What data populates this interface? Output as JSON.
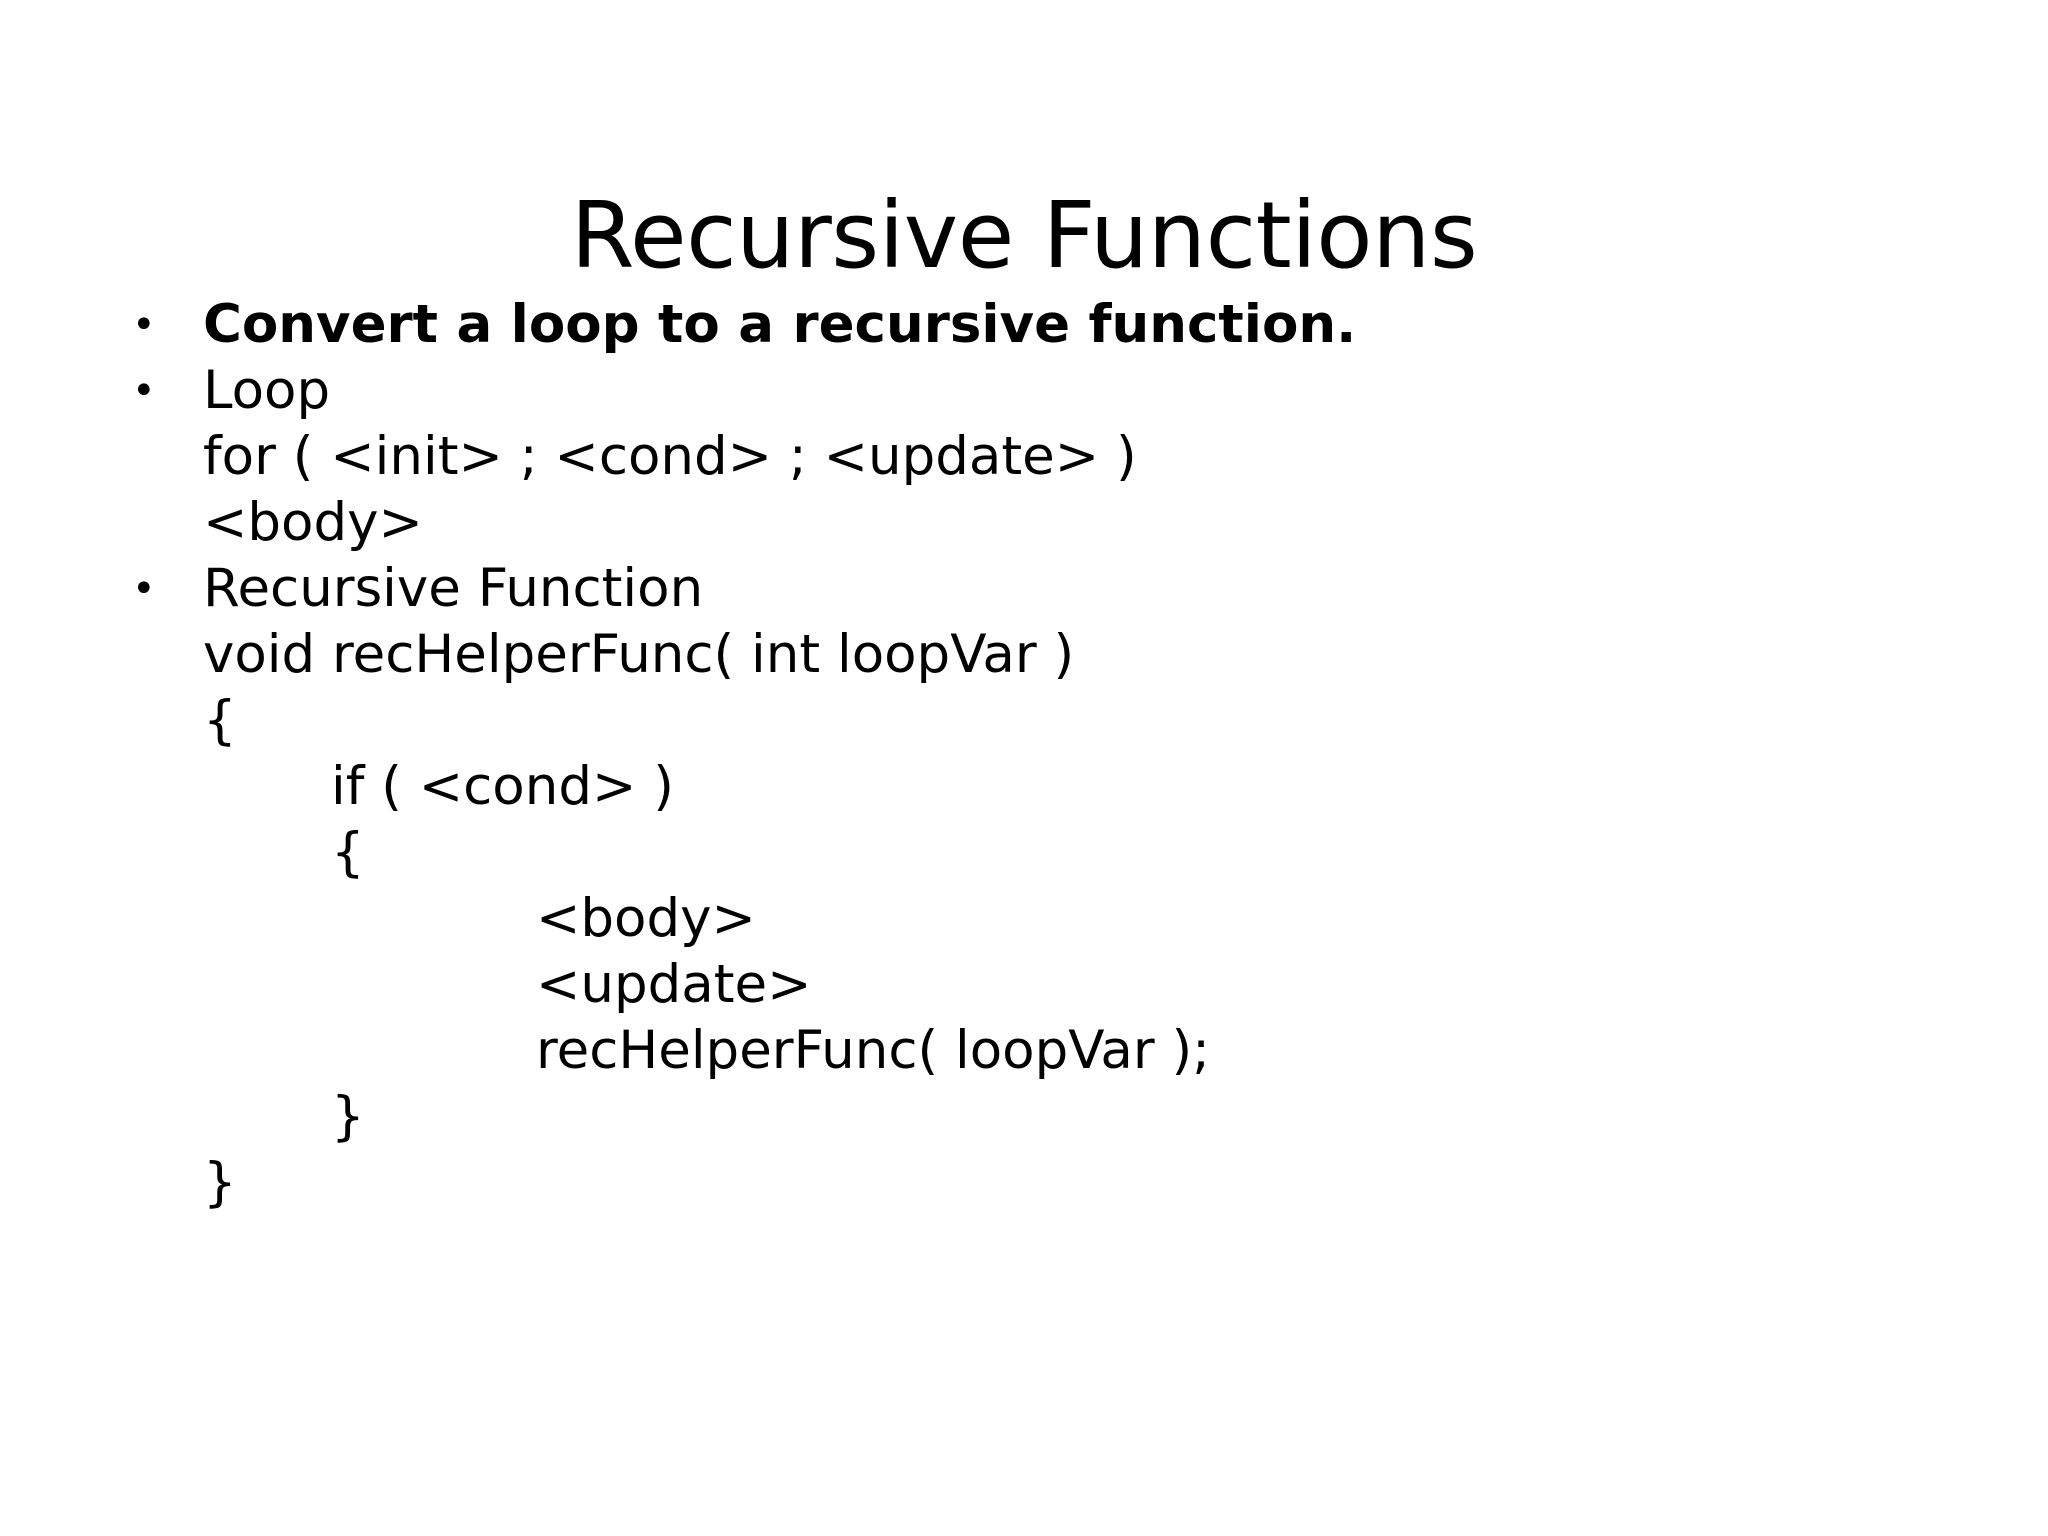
{
  "slide": {
    "title": "Recursive Functions",
    "background_color": "#ffffff",
    "text_color": "#000000",
    "bullet_glyph": "•",
    "lines": [
      {
        "id": "bullet-convert",
        "bullet": true,
        "bold": true,
        "indent": 0,
        "text": "Convert a loop to a recursive function."
      },
      {
        "id": "bullet-loop",
        "bullet": true,
        "bold": false,
        "indent": 0,
        "text": "Loop"
      },
      {
        "id": "loop-for",
        "bullet": false,
        "bold": false,
        "indent": 0,
        "text": "for ( <init> ; <cond> ; <update> )"
      },
      {
        "id": "loop-body",
        "bullet": false,
        "bold": false,
        "indent": 0,
        "text": "<body>"
      },
      {
        "id": "bullet-recursive",
        "bullet": true,
        "bold": false,
        "indent": 0,
        "text": "Recursive Function"
      },
      {
        "id": "func-signature",
        "bullet": false,
        "bold": false,
        "indent": 0,
        "text": "void recHelperFunc( int loopVar )"
      },
      {
        "id": "func-open-brace",
        "bullet": false,
        "bold": false,
        "indent": 0,
        "text": "{"
      },
      {
        "id": "if-statement",
        "bullet": false,
        "bold": false,
        "indent": 1,
        "text": "if ( <cond> )"
      },
      {
        "id": "if-open-brace",
        "bullet": false,
        "bold": false,
        "indent": 1,
        "text": "{"
      },
      {
        "id": "if-body",
        "bullet": false,
        "bold": false,
        "indent": 2,
        "text": "<body>"
      },
      {
        "id": "if-update",
        "bullet": false,
        "bold": false,
        "indent": 2,
        "text": "<update>"
      },
      {
        "id": "recursive-call",
        "bullet": false,
        "bold": false,
        "indent": 2,
        "text": "recHelperFunc( loopVar );"
      },
      {
        "id": "if-close-brace",
        "bullet": false,
        "bold": false,
        "indent": 1,
        "text": "}"
      },
      {
        "id": "func-close-brace",
        "bullet": false,
        "bold": false,
        "indent": 0,
        "text": "}"
      }
    ]
  }
}
